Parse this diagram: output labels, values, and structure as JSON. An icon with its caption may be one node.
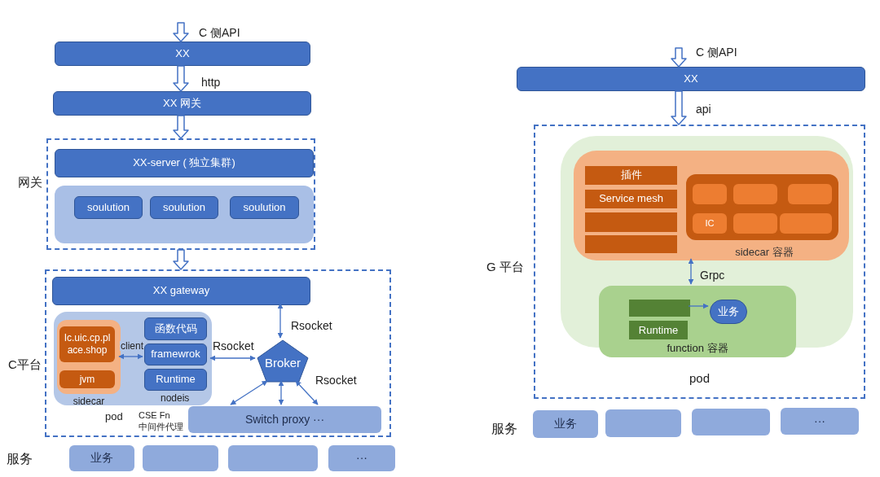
{
  "diagram": {
    "nodes": [
      {
        "text": [
          "XX"
        ]
      },
      {
        "text": [
          "XX 网关"
        ]
      },
      {
        "text": [],
        "shape": "box",
        "beside": [
          "网关"
        ]
      },
      {
        "text": [
          "XX-server ( 独立集群)"
        ],
        "in": 2
      },
      {
        "text": [],
        "shape": "box",
        "in": 2
      },
      {
        "text": [
          "soulution"
        ],
        "in": 4
      },
      {
        "text": [
          "soulution"
        ],
        "in": 4
      },
      {
        "text": [
          "soulution"
        ],
        "in": 4
      },
      {
        "text": [],
        "shape": "box",
        "beside": [
          "C平台"
        ]
      },
      {
        "text": [
          "XX gateway"
        ],
        "in": 8
      },
      {
        "text": [
          "pod"
        ],
        "in": 8
      },
      {
        "text": [
          "sidecar"
        ],
        "in": 10
      },
      {
        "text": [
          "Ic.uic.cp.place.shop"
        ],
        "in": 11
      },
      {
        "text": [
          "jvm"
        ],
        "in": 11
      },
      {
        "text": [
          "函数代码"
        ],
        "in": 10
      },
      {
        "text": [
          "framewrok"
        ],
        "in": 10
      },
      {
        "text": [
          "Runtime"
        ],
        "in": 10
      },
      {
        "text": [
          "Broker"
        ],
        "in": 8
      },
      {
        "text": [
          "Switch proxy ···"
        ],
        "in": 8
      },
      {
        "text": [
          "业务"
        ]
      },
      {
        "text": [],
        "shape": "box"
      },
      {
        "text": [],
        "shape": "box"
      },
      {
        "text": [
          "···"
        ]
      },
      {
        "text": [
          "XX"
        ]
      },
      {
        "text": [
          "pod"
        ],
        "beside": [
          "G 平台"
        ]
      },
      {
        "text": [],
        "shape": "box",
        "in": 24
      },
      {
        "text": [
          "sidecar 容器"
        ],
        "in": 25
      },
      {
        "text": [
          "插件"
        ],
        "in": 26
      },
      {
        "text": [
          "Service mesh"
        ],
        "in": 26
      },
      {
        "text": [],
        "shape": "box",
        "in": 26
      },
      {
        "text": [],
        "shape": "box",
        "in": 26
      },
      {
        "text": [],
        "shape": "box",
        "in": 26
      },
      {
        "text": [],
        "shape": "box",
        "in": 31
      },
      {
        "text": [],
        "shape": "box",
        "in": 31
      },
      {
        "text": [],
        "shape": "box",
        "in": 31
      },
      {
        "text": [
          "IC"
        ],
        "in": 31
      },
      {
        "text": [],
        "shape": "box",
        "in": 31
      },
      {
        "text": [],
        "shape": "box",
        "in": 31
      },
      {
        "text": [
          "function 容器"
        ],
        "in": 25
      },
      {
        "text": [],
        "shape": "box",
        "in": 38
      },
      {
        "text": [
          "Runtime"
        ],
        "in": 38
      },
      {
        "text": [
          "业务"
        ],
        "in": 38
      },
      {
        "text": [
          "业务"
        ]
      },
      {
        "text": [],
        "shape": "box"
      },
      {
        "text": [],
        "shape": "box"
      },
      {
        "text": [
          "···"
        ]
      }
    ],
    "edges": [
      {
        "from": null,
        "to": 0,
        "arrow": "to",
        "label": "C 侧API",
        "style": "thick"
      },
      {
        "from": 0,
        "to": 1,
        "arrow": "to",
        "label": "http",
        "style": "thick"
      },
      {
        "from": 1,
        "to": 2,
        "arrow": "to",
        "style": "thick"
      },
      {
        "from": 2,
        "to": 8,
        "arrow": "to",
        "style": "thick"
      },
      {
        "from": 11,
        "to": 15,
        "arrow": "both",
        "label": "client"
      },
      {
        "from": 10,
        "to": 17,
        "arrow": "both",
        "label": "Rsocket"
      },
      {
        "from": 9,
        "to": 17,
        "arrow": "both",
        "label": "Rsocket"
      },
      {
        "from": 17,
        "to": 18,
        "arrow": "both"
      },
      {
        "from": 17,
        "to": 18,
        "arrow": "both"
      },
      {
        "from": 17,
        "to": 18,
        "arrow": "both",
        "label": "Rsocket"
      },
      {
        "from": null,
        "to": 23,
        "arrow": "to",
        "label": "C 侧API",
        "style": "thick"
      },
      {
        "from": 23,
        "to": 24,
        "arrow": "to",
        "label": "api",
        "style": "thick"
      },
      {
        "from": 26,
        "to": 38,
        "arrow": "both",
        "label": "Grpc"
      },
      {
        "from": 39,
        "to": 41,
        "arrow": "to"
      }
    ],
    "labels": [
      "nodeis",
      "CSE Fn 中间件代理",
      "服务",
      "服务"
    ]
  }
}
